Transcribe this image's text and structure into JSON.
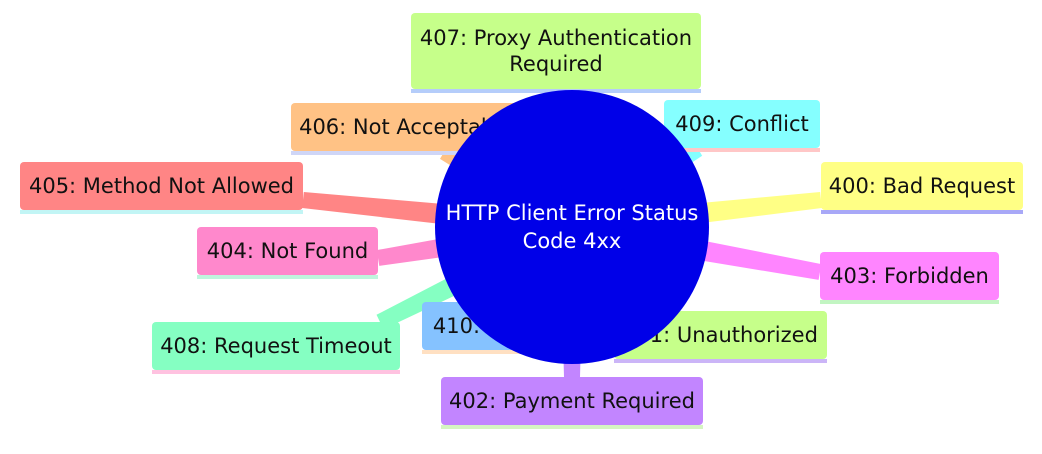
{
  "center": {
    "lines": [
      "HTTP Client Error Status",
      "Code 4xx"
    ],
    "color": "#0000e8"
  },
  "nodes": [
    {
      "id": "407",
      "lines": [
        "407: Proxy Authentication",
        "Required"
      ],
      "color": "#c6ff8a",
      "edge": "#b5cdfa"
    },
    {
      "id": "406",
      "lines": [
        "406: Not Acceptable"
      ],
      "color": "#ffc285",
      "edge": "#cfd6f7"
    },
    {
      "id": "409",
      "lines": [
        "409: Conflict"
      ],
      "color": "#85ffff",
      "edge": "#ffc7c7"
    },
    {
      "id": "405",
      "lines": [
        "405: Method Not Allowed"
      ],
      "color": "#ff8585",
      "edge": "#c2f5f5"
    },
    {
      "id": "400",
      "lines": [
        "400: Bad Request"
      ],
      "color": "#ffff85",
      "edge": "#a8a8f7"
    },
    {
      "id": "404",
      "lines": [
        "404: Not Found"
      ],
      "color": "#ff88cc",
      "edge": "#bff5dd"
    },
    {
      "id": "403",
      "lines": [
        "403: Forbidden"
      ],
      "color": "#ff85ff",
      "edge": "#c2f5c2"
    },
    {
      "id": "410",
      "lines": [
        "410: Gone"
      ],
      "color": "#85c2ff",
      "edge": "#ffe0c2"
    },
    {
      "id": "401",
      "lines": [
        "401: Unauthorized"
      ],
      "color": "#c6ff8a",
      "edge": "#cbb5f7"
    },
    {
      "id": "408",
      "lines": [
        "408: Request Timeout"
      ],
      "color": "#85ffc2",
      "edge": "#ffc2e0"
    },
    {
      "id": "402",
      "lines": [
        "402: Payment Required"
      ],
      "color": "#c285ff",
      "edge": "#d5f5c2"
    }
  ]
}
